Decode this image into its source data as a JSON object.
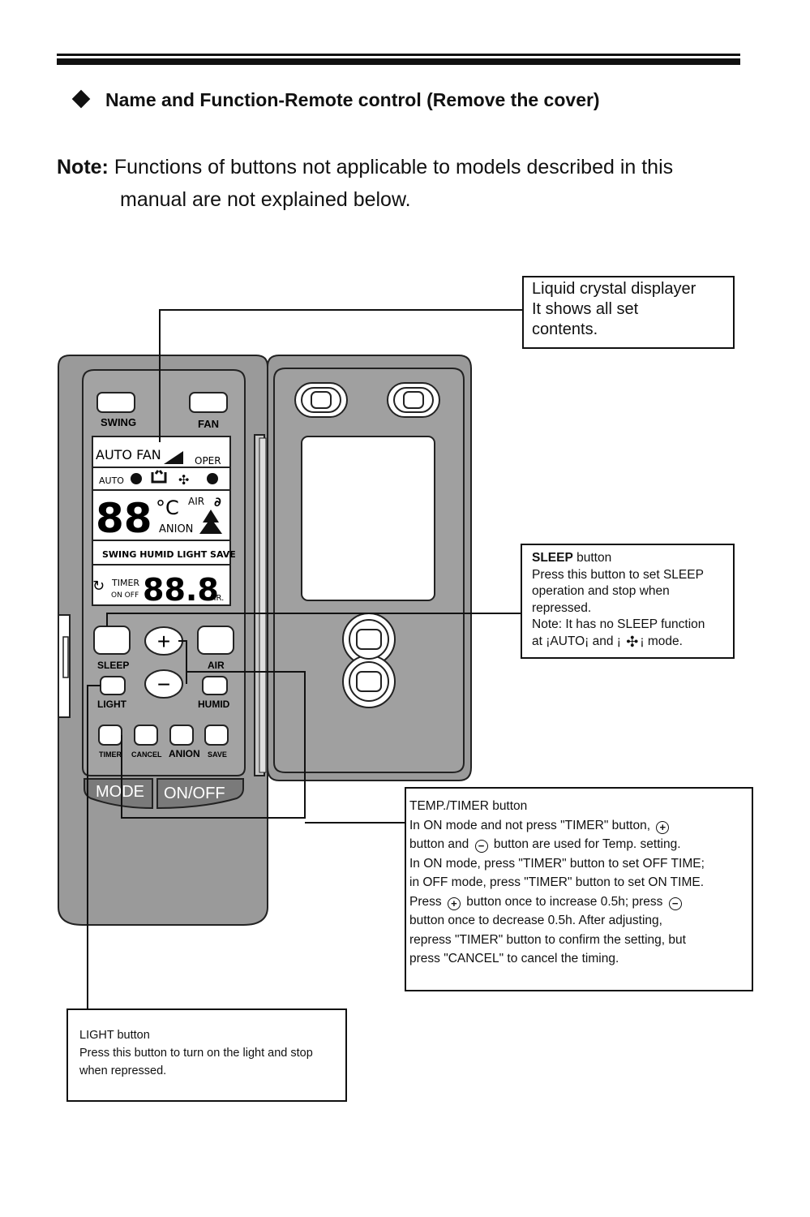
{
  "header": {
    "title": "Name and Function-Remote control (Remove the cover)",
    "note_label": "Note:",
    "note_text_line1": "Functions of buttons not applicable to models described in this",
    "note_text_line2": "manual are not explained below."
  },
  "callouts": {
    "lcd": {
      "line1": "Liquid crystal displayer",
      "line2": "It  shows  all  set",
      "line3": "contents."
    },
    "sleep": {
      "title": "SLEEP",
      "title_suffix": " button",
      "line1": "Press this button to set SLEEP",
      "line2": "operation and stop when",
      "line3": "repressed.",
      "line4": "Note: It has no SLEEP function",
      "line5_a": "at ¡AUTO¡ and ¡",
      "line5_b": "¡ mode."
    },
    "temp_timer": {
      "title": "TEMP./TIMER button",
      "line1": "In ON mode and not press \"TIMER\" button,",
      "line2_a": "button and",
      "line2_b": "button are used for Temp. setting.",
      "line3": "In ON mode, press \"TIMER\" button to set OFF TIME;",
      "line4": "in OFF mode, press \"TIMER\" button to set ON TIME.",
      "line5_a": "Press",
      "line5_b": "button once to increase 0.5h; press",
      "line6": "button once to decrease 0.5h. After adjusting,",
      "line7": "repress \"TIMER\" button to confirm the setting, but",
      "line8": "press \"CANCEL\" to cancel the timing."
    },
    "light": {
      "title": "LIGHT button",
      "line1": "Press this button to turn on the light and stop",
      "line2": "when repressed."
    }
  },
  "remote": {
    "top_buttons": [
      "SWING",
      "FAN"
    ],
    "lcd": {
      "auto_fan": "AUTO FAN",
      "oper": "OPER",
      "auto": "AUTO",
      "digits": "88",
      "celsius": "°C",
      "air": "AIR",
      "anion": "ANION",
      "mode_row": "SWING HUMID LIGHT SAVE",
      "timer": "TIMER",
      "on_off": "ON OFF",
      "timer_digits": "88.8",
      "hr": "HR."
    },
    "buttons": {
      "sleep": "SLEEP",
      "air": "AIR",
      "plus": "+",
      "minus": "−",
      "light": "LIGHT",
      "humid": "HUMID",
      "timer": "TIMER",
      "cancel": "CANCEL",
      "anion": "ANION",
      "save": "SAVE",
      "mode": "MODE",
      "on_off": "ON/OFF"
    }
  }
}
